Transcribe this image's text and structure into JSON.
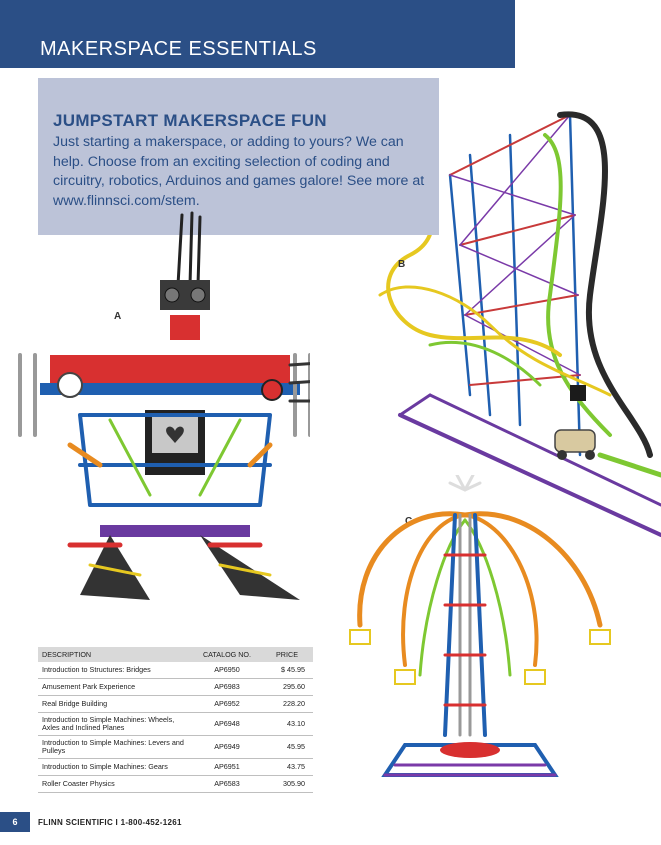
{
  "banner": {
    "title": "MAKERSPACE ESSENTIALS"
  },
  "promo": {
    "heading": "JUMPSTART MAKERSPACE FUN",
    "body": "Just starting a makerspace, or adding to yours? We can help. Choose from an exciting selection of coding and circuitry, robotics, Arduinos and games galore! See more at www.flinnsci.com/stem."
  },
  "image_labels": {
    "a": "A",
    "b": "B",
    "c": "C"
  },
  "table": {
    "headers": {
      "description": "DESCRIPTION",
      "catalog": "CATALOG NO.",
      "price": "PRICE"
    },
    "rows": [
      {
        "description": "Introduction to Structures: Bridges",
        "catalog": "AP6950",
        "price": "$  45.95"
      },
      {
        "description": "Amusement Park Experience",
        "catalog": "AP6983",
        "price": "295.60"
      },
      {
        "description": "Real Bridge Building",
        "catalog": "AP6952",
        "price": "228.20"
      },
      {
        "description": "Introduction to Simple Machines: Wheels, Axles and Inclined Planes",
        "catalog": "AP6948",
        "price": "43.10"
      },
      {
        "description": "Introduction to Simple Machines: Levers and Pulleys",
        "catalog": "AP6949",
        "price": "45.95"
      },
      {
        "description": "Introduction to Simple Machines: Gears",
        "catalog": "AP6951",
        "price": "43.75"
      },
      {
        "description": "Roller Coaster Physics",
        "catalog": "AP6583",
        "price": "305.90"
      }
    ]
  },
  "footer": {
    "page_number": "6",
    "text": "FLINN SCIENTIFIC   I   1-800-452-1261"
  }
}
